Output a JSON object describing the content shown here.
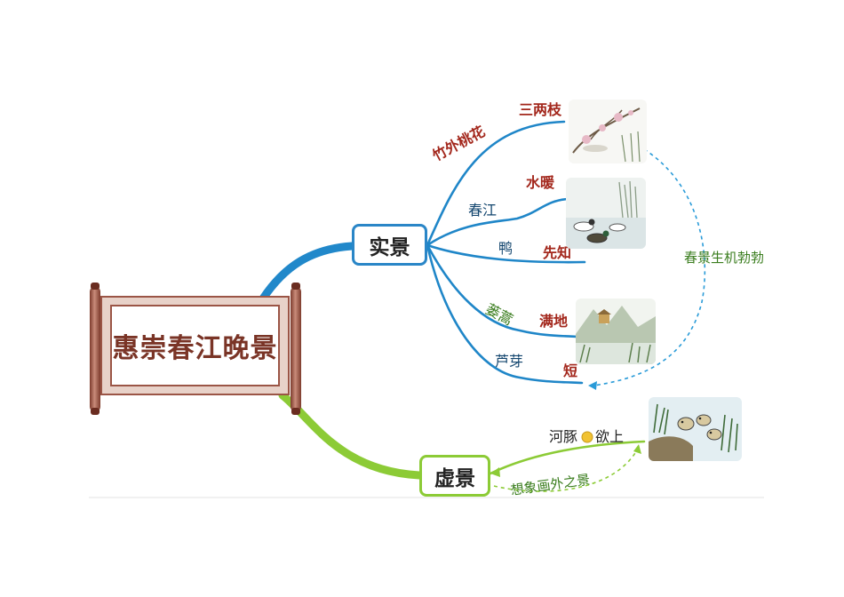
{
  "center": {
    "title": "惠崇春江晚景"
  },
  "real": {
    "label": "实景",
    "branches": [
      {
        "name": "竹外桃花",
        "detail": "三两枝"
      },
      {
        "name": "春江",
        "detail": "水暖"
      },
      {
        "name": "鸭",
        "detail": "先知"
      },
      {
        "name": "蒌蒿",
        "detail": "满地"
      },
      {
        "name": "芦芽",
        "detail": "短"
      }
    ],
    "summary": "春景生机勃勃"
  },
  "virtual": {
    "label": "虚景",
    "branch": {
      "name": "河豚",
      "detail": "欲上"
    },
    "summary": "想象画外之景"
  },
  "colors": {
    "blue_branch": "#1f86c8",
    "green_branch": "#8ccb36",
    "scroll_border": "#9b5546",
    "red_text": "#a3271c"
  }
}
